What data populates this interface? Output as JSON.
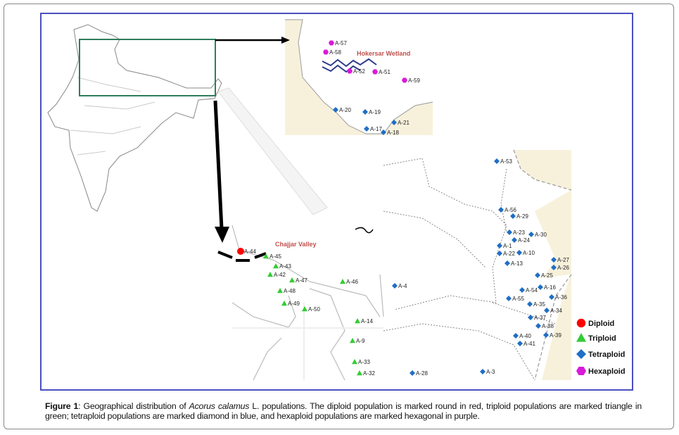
{
  "figure": {
    "places": {
      "hokersar": "Hokersar Wetland",
      "chajjar": "Chajjar Valley"
    },
    "colors": {
      "diploid": "#ff0000",
      "triploid": "#33cc33",
      "tetraploid": "#1f6fc4",
      "hexaploid": "#d91ad9",
      "frame": "#4a4fc0",
      "inset_rect": "#2e7d5b"
    },
    "legend": [
      {
        "key": "diploid",
        "label": "Diploid",
        "shape": "circle"
      },
      {
        "key": "triploid",
        "label": "Triploid",
        "shape": "triangle"
      },
      {
        "key": "tetraploid",
        "label": "Tetraploid",
        "shape": "diamond"
      },
      {
        "key": "hexaploid",
        "label": "Hexaploid",
        "shape": "hexagon"
      }
    ],
    "markers": [
      {
        "label": "A-57",
        "ploidy": "hexaploid"
      },
      {
        "label": "A-58",
        "ploidy": "hexaploid"
      },
      {
        "label": "A-52",
        "ploidy": "hexaploid"
      },
      {
        "label": "A-51",
        "ploidy": "hexaploid"
      },
      {
        "label": "A-59",
        "ploidy": "hexaploid"
      },
      {
        "label": "A-20",
        "ploidy": "tetraploid"
      },
      {
        "label": "A-19",
        "ploidy": "tetraploid"
      },
      {
        "label": "A-17",
        "ploidy": "tetraploid"
      },
      {
        "label": "A-18",
        "ploidy": "tetraploid"
      },
      {
        "label": "A-21",
        "ploidy": "tetraploid"
      },
      {
        "label": "A-53",
        "ploidy": "tetraploid"
      },
      {
        "label": "A-56",
        "ploidy": "tetraploid"
      },
      {
        "label": "A-29",
        "ploidy": "tetraploid"
      },
      {
        "label": "A-23",
        "ploidy": "tetraploid"
      },
      {
        "label": "A-30",
        "ploidy": "tetraploid"
      },
      {
        "label": "A-24",
        "ploidy": "tetraploid"
      },
      {
        "label": "A-1",
        "ploidy": "tetraploid"
      },
      {
        "label": "A-22",
        "ploidy": "tetraploid"
      },
      {
        "label": "A-10",
        "ploidy": "tetraploid"
      },
      {
        "label": "A-13",
        "ploidy": "tetraploid"
      },
      {
        "label": "A-27",
        "ploidy": "tetraploid"
      },
      {
        "label": "A-26",
        "ploidy": "tetraploid"
      },
      {
        "label": "A-25",
        "ploidy": "tetraploid"
      },
      {
        "label": "A-54",
        "ploidy": "tetraploid"
      },
      {
        "label": "A-16",
        "ploidy": "tetraploid"
      },
      {
        "label": "A-55",
        "ploidy": "tetraploid"
      },
      {
        "label": "A-36",
        "ploidy": "tetraploid"
      },
      {
        "label": "A-35",
        "ploidy": "tetraploid"
      },
      {
        "label": "A-34",
        "ploidy": "tetraploid"
      },
      {
        "label": "A-37",
        "ploidy": "tetraploid"
      },
      {
        "label": "A-38",
        "ploidy": "tetraploid"
      },
      {
        "label": "A-40",
        "ploidy": "tetraploid"
      },
      {
        "label": "A-39",
        "ploidy": "tetraploid"
      },
      {
        "label": "A-41",
        "ploidy": "tetraploid"
      },
      {
        "label": "A-3",
        "ploidy": "tetraploid"
      },
      {
        "label": "A-4",
        "ploidy": "tetraploid"
      },
      {
        "label": "A-28",
        "ploidy": "tetraploid"
      },
      {
        "label": "A-44",
        "ploidy": "diploid"
      },
      {
        "label": "A-45",
        "ploidy": "triploid"
      },
      {
        "label": "A-43",
        "ploidy": "triploid"
      },
      {
        "label": "A-42",
        "ploidy": "triploid"
      },
      {
        "label": "A-47",
        "ploidy": "triploid"
      },
      {
        "label": "A-48",
        "ploidy": "triploid"
      },
      {
        "label": "A-49",
        "ploidy": "triploid"
      },
      {
        "label": "A-50",
        "ploidy": "triploid"
      },
      {
        "label": "A-46",
        "ploidy": "triploid"
      },
      {
        "label": "A-14",
        "ploidy": "triploid"
      },
      {
        "label": "A-9",
        "ploidy": "triploid"
      },
      {
        "label": "A-33",
        "ploidy": "triploid"
      },
      {
        "label": "A-32",
        "ploidy": "triploid"
      }
    ]
  },
  "caption": {
    "label": "Figure 1",
    "pre": ": Geographical distribution of ",
    "species": "Acorus calamus",
    "post": " L. populations. The diploid population is marked round in red, triploid populations are marked triangle in green; tetraploid populations are marked diamond in blue, and hexaploid populations are marked hexagonal in purple."
  }
}
